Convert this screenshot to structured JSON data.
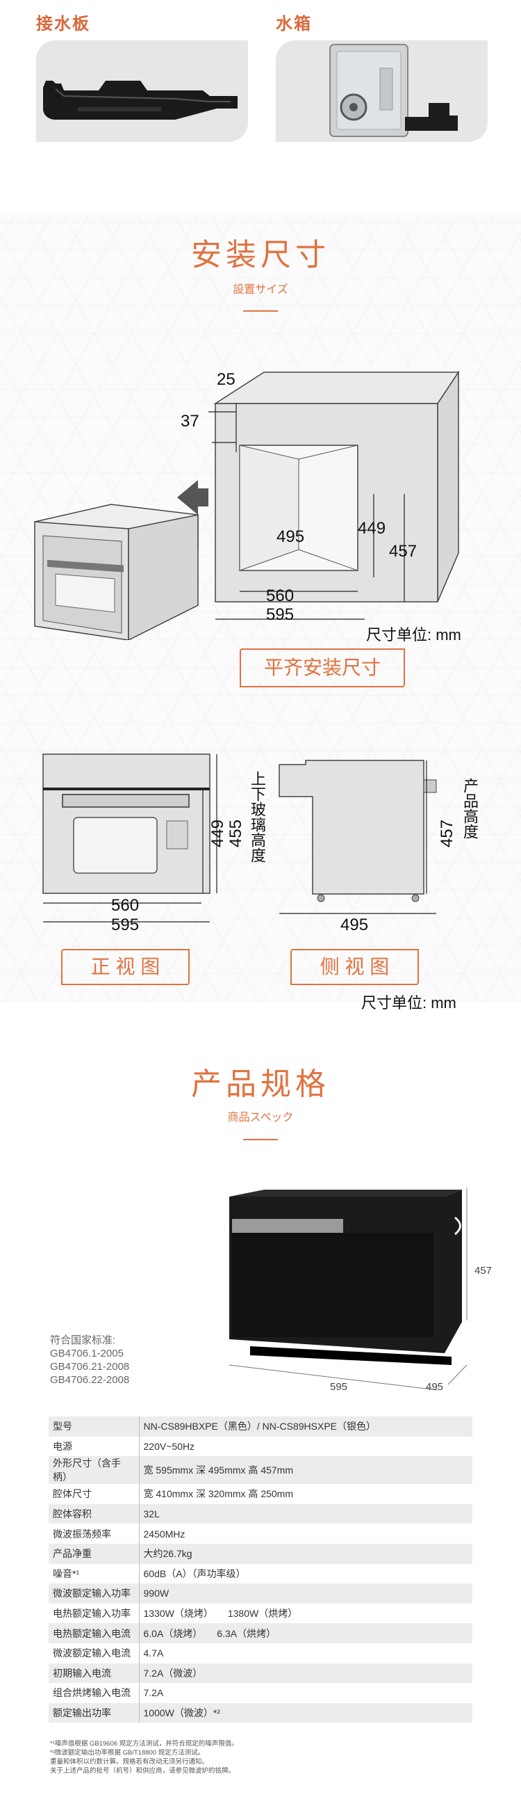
{
  "top": {
    "left_label": "接水板",
    "right_label": "水箱"
  },
  "install": {
    "title": "安装尺寸",
    "subtitle": "設置サイズ",
    "dims": {
      "d25": "25",
      "d37": "37",
      "d495": "495",
      "d449": "449",
      "d457": "457",
      "d560": "560",
      "d595": "595"
    },
    "unit": "尺寸单位: mm",
    "button": "平齐安装尺寸"
  },
  "views": {
    "front": {
      "d449": "449",
      "d455": "455",
      "glass_label": "上下玻璃高度",
      "d560": "560",
      "d595": "595",
      "label": "正 视 图"
    },
    "side": {
      "d457": "457",
      "height_label": "产品高度",
      "d495": "495",
      "label": "侧 视 图"
    },
    "unit": "尺寸单位: mm"
  },
  "spec": {
    "title": "产品规格",
    "subtitle": "商品スペック",
    "product_dims": {
      "height": "457",
      "width": "595",
      "depth": "495"
    },
    "standards_title": "符合国家标准:",
    "standards": [
      "GB4706.1-2005",
      "GB4706.21-2008",
      "GB4706.22-2008"
    ],
    "rows": [
      {
        "k": "型号",
        "v": "NN-CS89HBXPE（黑色）/ NN-CS89HSXPE（银色）"
      },
      {
        "k": "电源",
        "v": "220V~50Hz"
      },
      {
        "k": "外形尺寸（含手柄）",
        "v": "宽 595mmx 深 495mmx 高 457mm"
      },
      {
        "k": "腔体尺寸",
        "v": "宽 410mmx 深 320mmx 高 250mm"
      },
      {
        "k": "腔体容积",
        "v": "32L"
      },
      {
        "k": "微波振荡频率",
        "v": "2450MHz"
      },
      {
        "k": "产品净重",
        "v": "大约26.7kg"
      },
      {
        "k": "噪音*¹",
        "v": "60dB（A）（声功率级）"
      },
      {
        "k": "微波额定输入功率",
        "v": "990W"
      },
      {
        "k": "电热额定输入功率",
        "v": "1330W（烧烤）　　1380W（烘烤）"
      },
      {
        "k": "电热额定输入电流",
        "v": "6.0A（烧烤）　　6.3A（烘烤）"
      },
      {
        "k": "微波额定输入电流",
        "v": "4.7A"
      },
      {
        "k": "初期输入电流",
        "v": "7.2A（微波）"
      },
      {
        "k": "组合烘烤输入电流",
        "v": "7.2A"
      },
      {
        "k": "额定输出功率",
        "v": "1000W（微波）*²"
      }
    ],
    "notes": [
      "*¹噪声值根据 GB19606 规定方法测试，并符合规定的噪声限值。",
      "*²微波额定输出功率根据 GB/T18800 规定方法测试。",
      "重量和体积以约数计算。规格若有改动无须另行通知。",
      "关于上述产品的批号（机号）和供应商，请参见微波炉的铭牌。"
    ]
  }
}
